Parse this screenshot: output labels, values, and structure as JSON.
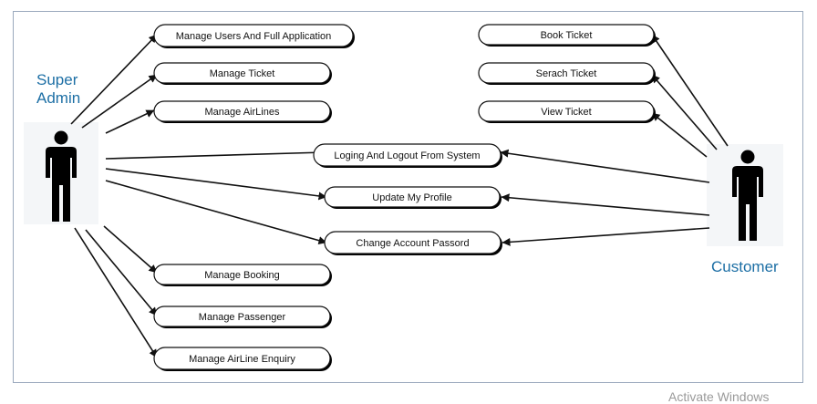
{
  "actors": [
    {
      "id": "super-admin",
      "label_lines": [
        "Super",
        "Admin"
      ]
    },
    {
      "id": "customer",
      "label_lines": [
        "Customer"
      ]
    }
  ],
  "use_cases": [
    {
      "id": "manage-users",
      "label": "Manage Users And Full Application"
    },
    {
      "id": "manage-ticket",
      "label": "Manage Ticket"
    },
    {
      "id": "manage-airlines",
      "label": "Manage AirLines"
    },
    {
      "id": "book-ticket",
      "label": "Book Ticket"
    },
    {
      "id": "search-ticket",
      "label": "Serach Ticket"
    },
    {
      "id": "view-ticket",
      "label": "View Ticket"
    },
    {
      "id": "login-logout",
      "label": "Loging And Logout From System"
    },
    {
      "id": "update-profile",
      "label": "Update My Profile"
    },
    {
      "id": "change-password",
      "label": "Change Account Passord"
    },
    {
      "id": "manage-booking",
      "label": "Manage Booking"
    },
    {
      "id": "manage-passenger",
      "label": "Manage Passenger"
    },
    {
      "id": "manage-enquiry",
      "label": "Manage AirLine Enquiry"
    }
  ],
  "associations": [
    {
      "from": "super-admin",
      "to": "manage-users"
    },
    {
      "from": "super-admin",
      "to": "manage-ticket"
    },
    {
      "from": "super-admin",
      "to": "manage-airlines"
    },
    {
      "from": "super-admin",
      "to": "login-logout"
    },
    {
      "from": "super-admin",
      "to": "update-profile"
    },
    {
      "from": "super-admin",
      "to": "change-password"
    },
    {
      "from": "super-admin",
      "to": "manage-booking"
    },
    {
      "from": "super-admin",
      "to": "manage-passenger"
    },
    {
      "from": "super-admin",
      "to": "manage-enquiry"
    },
    {
      "from": "customer",
      "to": "book-ticket"
    },
    {
      "from": "customer",
      "to": "search-ticket"
    },
    {
      "from": "customer",
      "to": "view-ticket"
    },
    {
      "from": "customer",
      "to": "login-logout"
    },
    {
      "from": "customer",
      "to": "update-profile"
    },
    {
      "from": "customer",
      "to": "change-password"
    }
  ],
  "watermark": "Activate Windows",
  "colors": {
    "actor_label": "#1d6fa5",
    "line": "#111111",
    "ellipse_fill": "#ffffff"
  }
}
